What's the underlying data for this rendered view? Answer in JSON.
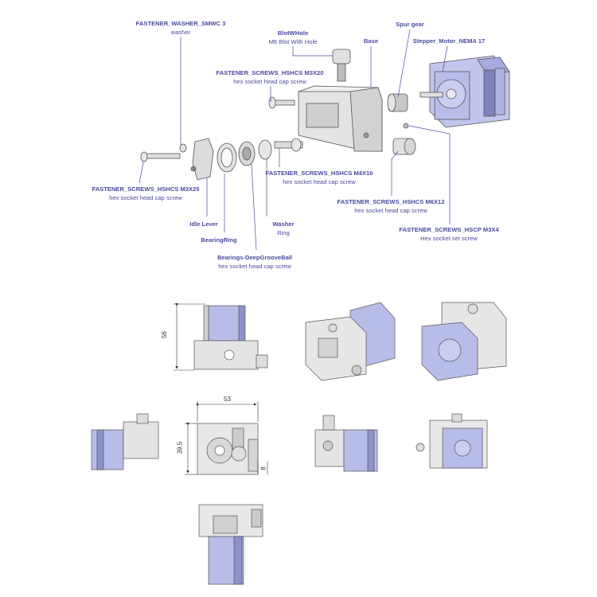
{
  "colors": {
    "label": "#4a4aa0",
    "leader": "#4a4aa0",
    "part_fill": "#dcdcdc",
    "part_edge": "#555555",
    "motor_fill": "#b8bce8",
    "motor_dark": "#8d92c9"
  },
  "callouts": [
    {
      "id": "washer-smwc3",
      "title": "FASTENER_WASHER_SMWC 3",
      "sub": "washer"
    },
    {
      "id": "blotwhole",
      "title": "BlotWHole",
      "sub": "M6 Blot With Hole"
    },
    {
      "id": "base",
      "title": "Base",
      "sub": ""
    },
    {
      "id": "spur-gear",
      "title": "Spur gear",
      "sub": ""
    },
    {
      "id": "stepper",
      "title": "Stepper_Motor_NEMA 17",
      "sub": ""
    },
    {
      "id": "m3x20",
      "title": "FASTENER_SCREWS_HSHCS M3X20",
      "sub": "hex socket head cap screw"
    },
    {
      "id": "m3x25",
      "title": "FASTENER_SCREWS_HSHCS M3X25",
      "sub": "hex socket head cap screw"
    },
    {
      "id": "m4x16",
      "title": "FASTENER_SCREWS_HSHCS M4X16",
      "sub": "hex socket head cap screw"
    },
    {
      "id": "m6x12",
      "title": "FASTENER_SCREWS_HSHCS M6X12",
      "sub": "hex socket head cap screw"
    },
    {
      "id": "m3x4",
      "title": "FASTENER_SCREWS_HSCP M3X4",
      "sub": "Hex socket set screw"
    },
    {
      "id": "idle-lever",
      "title": "Idle Lever",
      "sub": ""
    },
    {
      "id": "washer-ring",
      "title": "Washer",
      "sub": "Ring"
    },
    {
      "id": "bearing-ring",
      "title": "BearingRing",
      "sub": ""
    },
    {
      "id": "bearings",
      "title": "Bearings-DeepGrooveBall",
      "sub": "hex socket head cap screw"
    }
  ],
  "dimensions": {
    "height_56": "56",
    "width_53": "53",
    "height_39_5": "39.5",
    "offset_8": "8"
  }
}
